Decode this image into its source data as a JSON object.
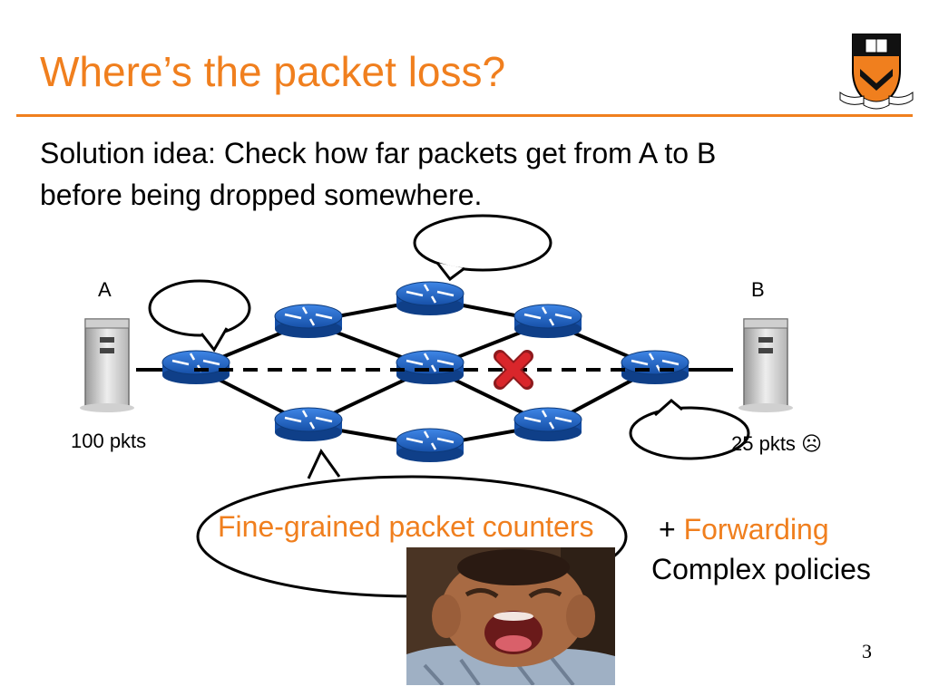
{
  "slide": {
    "title": "Where’s the packet loss?",
    "body_lines": [
      "Solution idea: Check how far packets get from A to B",
      "before being dropped somewhere."
    ],
    "page_number": "3"
  },
  "diagram": {
    "host_a_label": "A",
    "host_b_label": "B",
    "sent_label": "100 pkts",
    "received_label": "25 pkts",
    "received_emoticon": "☹",
    "loss_marker_icon": "red-x-icon"
  },
  "callout": {
    "big_bubble_text": "Fine-grained packet counters",
    "plus_sign": "+",
    "forwarding_text": "Forwarding",
    "complex_text": "Complex policies"
  },
  "colors": {
    "accent": "#f07f1e",
    "router": "#1f66cc",
    "drop_x": "#d9262b"
  }
}
